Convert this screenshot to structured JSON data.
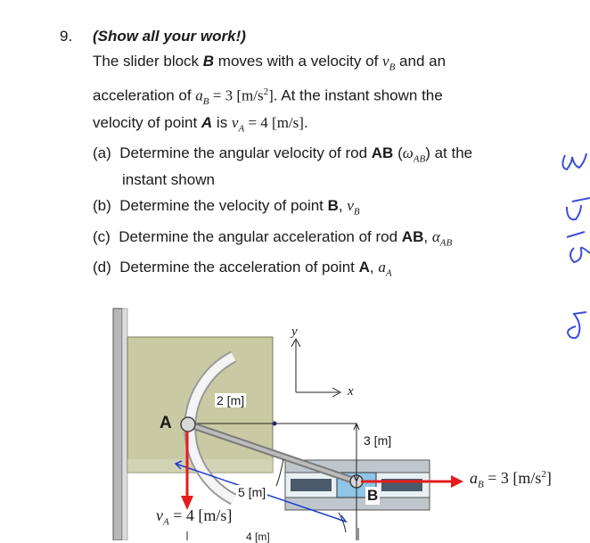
{
  "problem": {
    "number": "9.",
    "instruction": "(Show all your work!)",
    "lines": {
      "l1_a": "The slider block ",
      "l1_b": "B",
      "l1_c": " moves with a velocity of ",
      "l1_d": " and an",
      "l2_a": "acceleration of ",
      "l2_eq": "a",
      "l2_sub": "B",
      "l2_val": " = 3 [m/s",
      "l2_sup": "2",
      "l2_end": "]",
      "l2_tail": ". At the instant shown the",
      "l3_a": "velocity of point ",
      "l3_b": "A",
      "l3_c": " is ",
      "l3_val": " = 4 [m/s]",
      "l3_end": "."
    },
    "parts": [
      {
        "label": "(a)",
        "text": "Determine the angular velocity of rod ",
        "bold": "AB",
        "tail": " (",
        "sym": "ω",
        "sub": "AB",
        "close": ") at the",
        "cont": "instant shown"
      },
      {
        "label": "(b)",
        "text": "Determine the velocity of point ",
        "bold": "B",
        "tail": ", ",
        "sym": "v",
        "sub": "B"
      },
      {
        "label": "(c)",
        "text": "Determine the angular acceleration of rod ",
        "bold": "AB",
        "tail": ", ",
        "sym": "α",
        "sub": "AB"
      },
      {
        "label": "(d)",
        "text": "Determine the acceleration of point ",
        "bold": "A",
        "tail": ", ",
        "sym": "a",
        "sub": "A"
      }
    ]
  },
  "figure": {
    "y_axis": "y",
    "x_axis": "x",
    "point_a": "A",
    "point_b": "B",
    "dim_2m": "2 [m]",
    "dim_3m": "3 [m]",
    "dim_5m": "5 [m]",
    "dim_4m": "4 [m]",
    "va_label": "v",
    "va_sub": "A",
    "va_val": " = 4 [m/s]",
    "ab_label": "a",
    "ab_sub": "B",
    "ab_val": " = 3 [m/s",
    "ab_sup": "2",
    "ab_end": "]"
  },
  "colors": {
    "red": "#e41c1c",
    "blue": "#1f3fcf",
    "ink": "#3a50d8",
    "panel": "#c9c9a3"
  }
}
